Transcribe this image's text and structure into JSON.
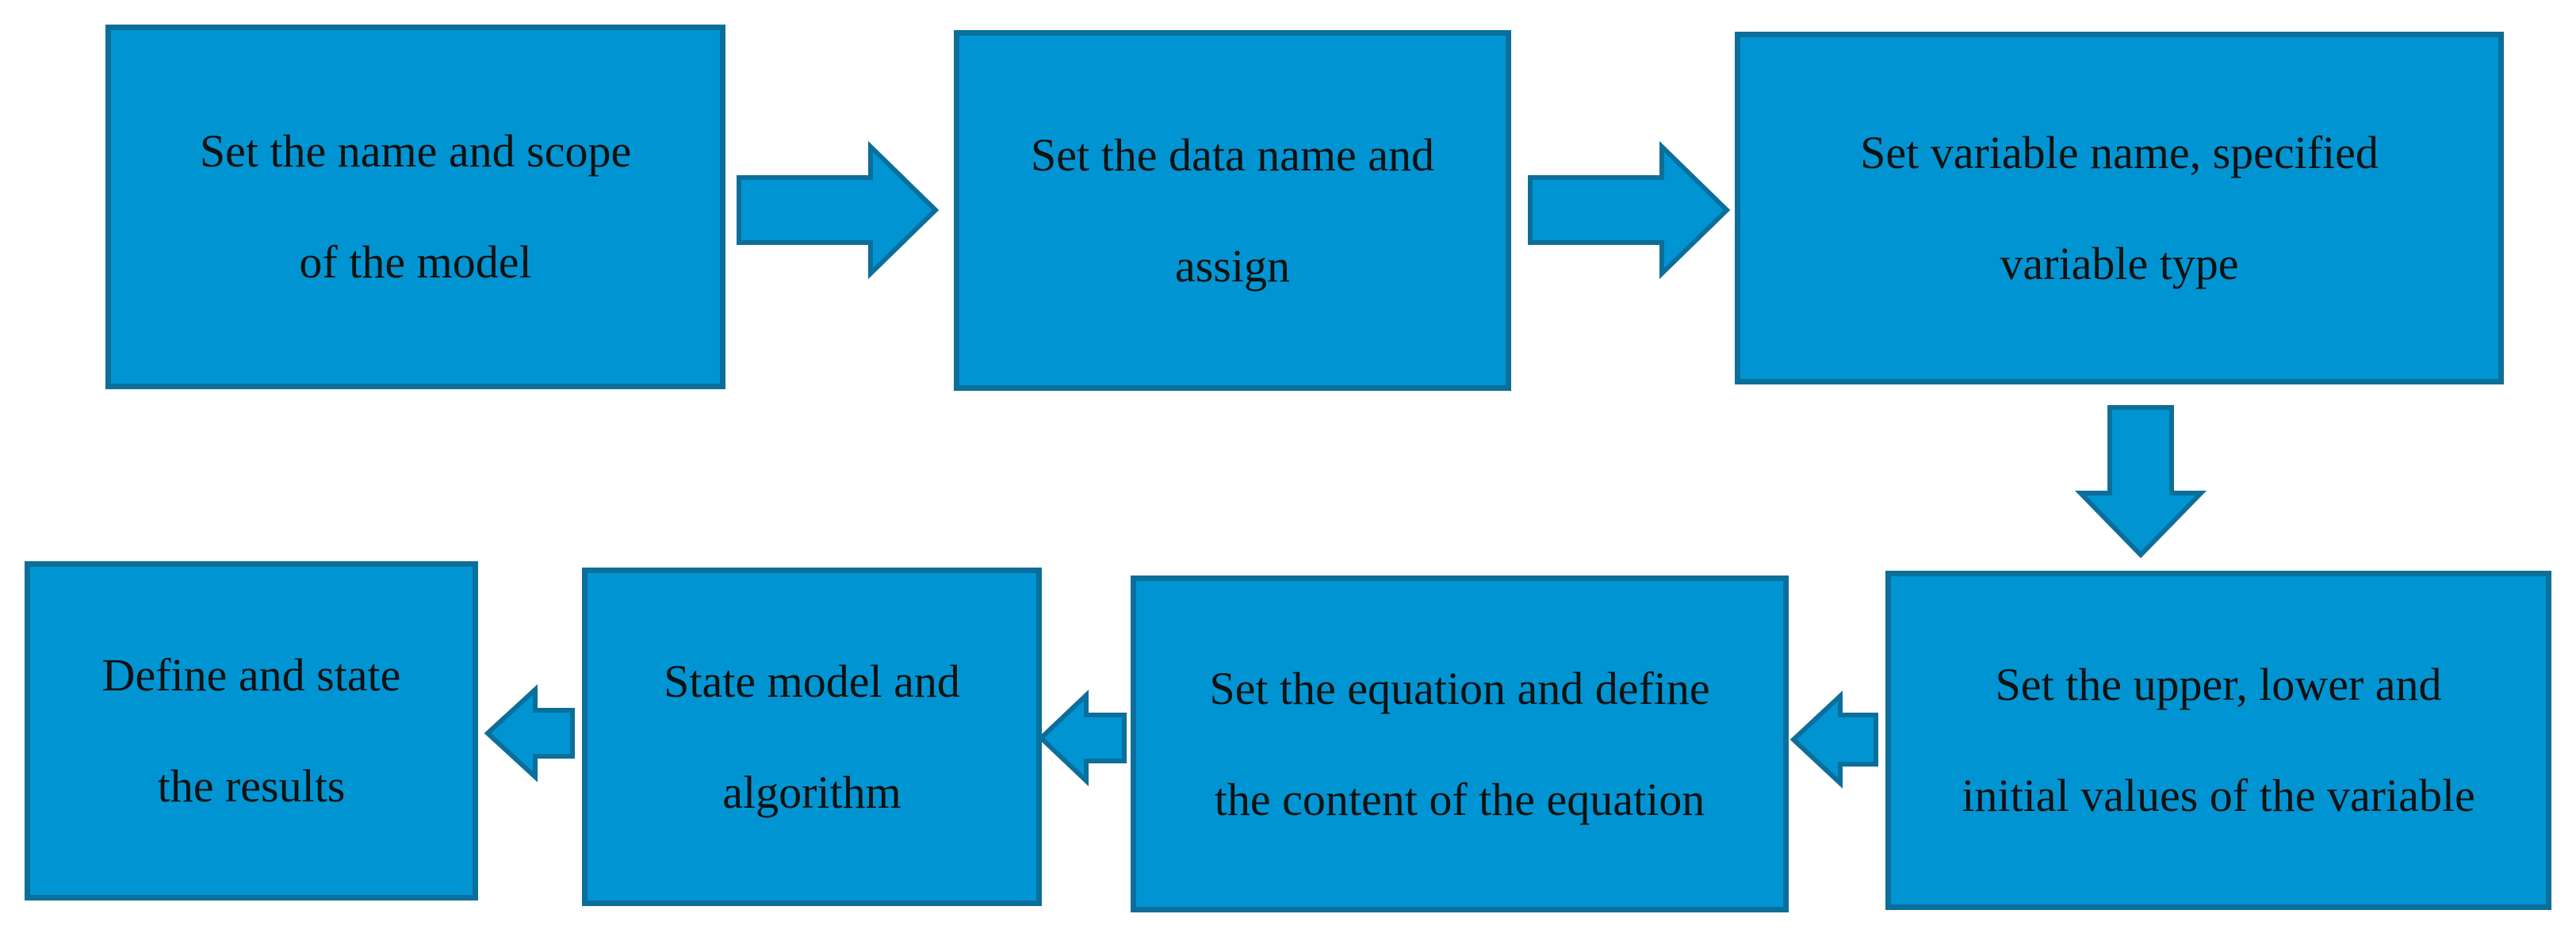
{
  "flowchart": {
    "steps": [
      {
        "id": "step-1",
        "text": "Set the name and scope\nof the model"
      },
      {
        "id": "step-2",
        "text": "Set the data name and\nassign"
      },
      {
        "id": "step-3",
        "text": "Set variable name, specified\nvariable type"
      },
      {
        "id": "step-4",
        "text": "Set the upper, lower and\ninitial values of the variable"
      },
      {
        "id": "step-5",
        "text": "Set the equation and define\nthe content of the equation"
      },
      {
        "id": "step-6",
        "text": "State model and\nalgorithm"
      },
      {
        "id": "step-7",
        "text": "Define and state\nthe results"
      }
    ],
    "colors": {
      "box_fill": "#0095D2",
      "box_border": "#0C6E9A",
      "text": "#111111"
    }
  }
}
